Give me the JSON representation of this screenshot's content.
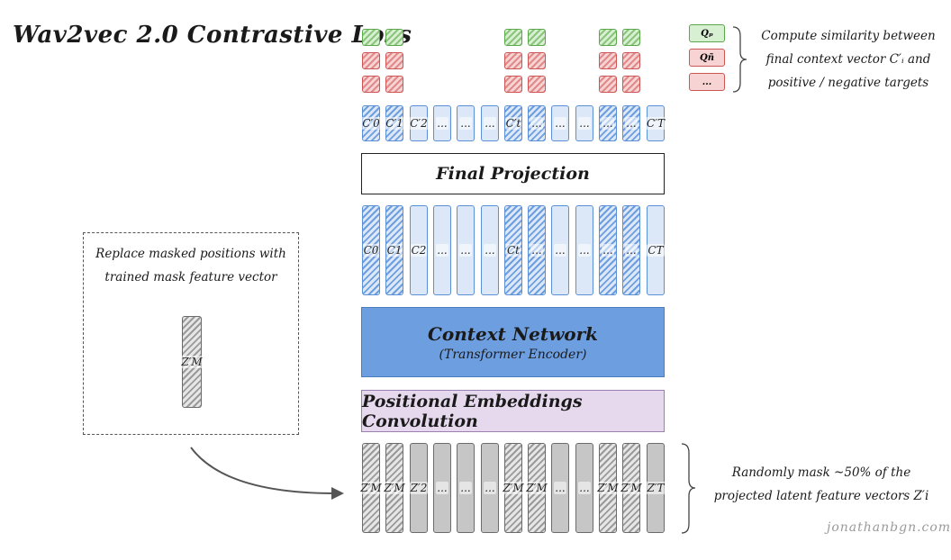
{
  "title": "Wav2vec 2.0 Contrastive Loss",
  "legend": {
    "items": [
      {
        "label": "Qₚ",
        "color": "green"
      },
      {
        "label": "Qñ",
        "color": "red"
      },
      {
        "label": "...",
        "color": "red"
      }
    ],
    "note_lines": [
      "Compute similarity between",
      "final context vector C′ᵢ and",
      "positive / negative targets"
    ]
  },
  "final_projection_label": "Final Projection",
  "context_network": {
    "label": "Context Network",
    "sublabel": "(Transformer Encoder)"
  },
  "pos_embed_label": "Positional Embeddings Convolution",
  "mask_note": {
    "lines": [
      "Replace masked positions with",
      "trained mask feature vector"
    ],
    "vector_label": "Z′M"
  },
  "random_mask_note": [
    "Randomly mask ~50% of the",
    "projected latent feature vectors Z′i"
  ],
  "watermark": "jonathanbgn.com",
  "colors": {
    "blue_fill": "#dce8f7",
    "blue_stroke": "#5b8fd6",
    "context_net": "#6d9ee0",
    "pos_embed": "#e6d9ee",
    "gray": "#c6c6c6",
    "green": "#d8f0d2",
    "red": "#f8d3d3"
  },
  "columns": [
    {
      "c_proj": "C′0",
      "c": "C0",
      "z": "Z′M",
      "masked": true,
      "targets": true
    },
    {
      "c_proj": "C′1",
      "c": "C1",
      "z": "Z′M",
      "masked": true,
      "targets": true
    },
    {
      "c_proj": "C′2",
      "c": "C2",
      "z": "Z′2",
      "masked": false,
      "targets": false
    },
    {
      "c_proj": "...",
      "c": "...",
      "z": "...",
      "masked": false,
      "targets": false
    },
    {
      "c_proj": "...",
      "c": "...",
      "z": "...",
      "masked": false,
      "targets": false
    },
    {
      "c_proj": "...",
      "c": "...",
      "z": "...",
      "masked": false,
      "targets": false
    },
    {
      "c_proj": "C′t",
      "c": "Ct",
      "z": "Z′M",
      "masked": true,
      "targets": true
    },
    {
      "c_proj": "...",
      "c": "...",
      "z": "Z′M",
      "masked": true,
      "targets": true
    },
    {
      "c_proj": "...",
      "c": "...",
      "z": "...",
      "masked": false,
      "targets": false
    },
    {
      "c_proj": "...",
      "c": "...",
      "z": "...",
      "masked": false,
      "targets": false
    },
    {
      "c_proj": "...",
      "c": "...",
      "z": "Z′M",
      "masked": true,
      "targets": true
    },
    {
      "c_proj": "...",
      "c": "...",
      "z": "Z′M",
      "masked": true,
      "targets": true
    },
    {
      "c_proj": "C′T",
      "c": "CT",
      "z": "Z′T",
      "masked": false,
      "targets": false
    }
  ]
}
